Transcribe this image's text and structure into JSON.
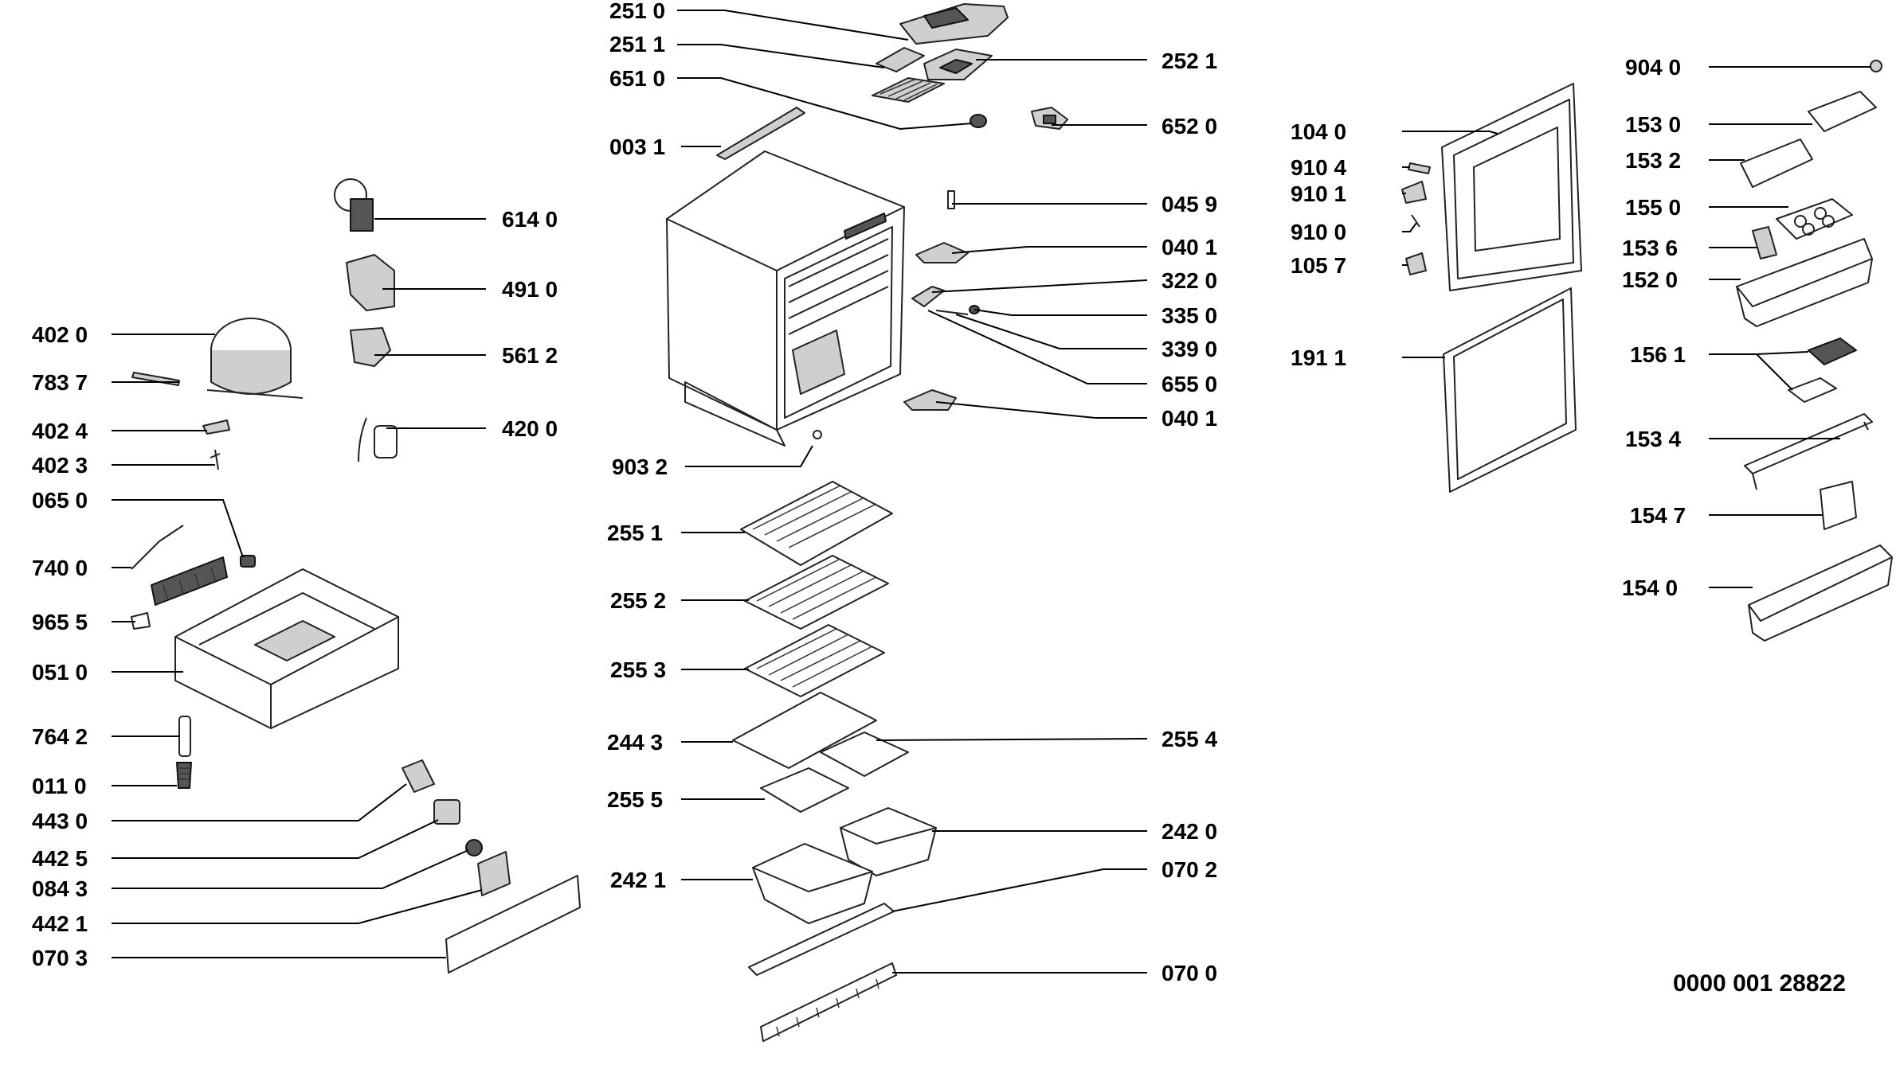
{
  "document_id": "0000 001 28822",
  "labels": {
    "l2510": "251 0",
    "l2511": "251 1",
    "l6510": "651 0",
    "l0031": "003 1",
    "l2521": "252 1",
    "l6520": "652 0",
    "l0459": "045 9",
    "l0401a": "040 1",
    "l3220": "322 0",
    "l3350": "335 0",
    "l3390": "339 0",
    "l6550": "655 0",
    "l0401b": "040 1",
    "l9032": "903 2",
    "l6140": "614 0",
    "l4910": "491 0",
    "l5612": "561 2",
    "l4200": "420 0",
    "l4020": "402 0",
    "l7837": "783 7",
    "l4024": "402 4",
    "l4023": "402 3",
    "l0650": "065 0",
    "l7400": "740 0",
    "l9655": "965 5",
    "l0510": "051 0",
    "l7642": "764 2",
    "l0110": "011 0",
    "l4430": "443 0",
    "l4425": "442 5",
    "l0843": "084 3",
    "l4421": "442 1",
    "l0703": "070 3",
    "l2551": "255 1",
    "l2552": "255 2",
    "l2553": "255 3",
    "l2443": "244 3",
    "l2554": "255 4",
    "l2555": "255 5",
    "l2420": "242 0",
    "l2421": "242 1",
    "l0702": "070 2",
    "l0700": "070 0",
    "l1040": "104 0",
    "l9104": "910 4",
    "l9101": "910 1",
    "l9100": "910 0",
    "l1057": "105 7",
    "l1911": "191 1",
    "l9040": "904 0",
    "l1530": "153 0",
    "l1532": "153 2",
    "l1550": "155 0",
    "l1536": "153 6",
    "l1520": "152 0",
    "l1561": "156 1",
    "l1534": "153 4",
    "l1547": "154 7",
    "l1540": "154 0"
  }
}
